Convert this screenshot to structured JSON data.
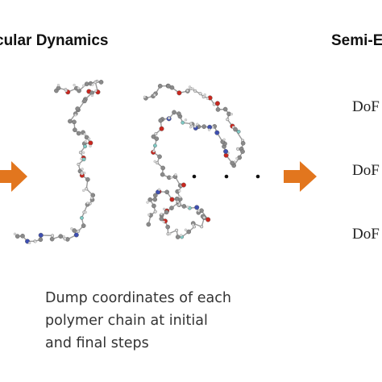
{
  "header": {
    "left_title": "cular Dynamics",
    "right_title": "Semi-E"
  },
  "caption": {
    "lines": [
      "Dump coordinates of each",
      "polymer chain at initial",
      "and final steps"
    ]
  },
  "dof_list": {
    "items": [
      "DoF",
      "DoF",
      "DoF"
    ]
  },
  "icons": {
    "arrow_left": "right-arrow-icon",
    "arrow_right": "right-arrow-icon",
    "ellipsis": "ellipsis-dots-icon"
  },
  "colors": {
    "arrow": "#E2761E",
    "carbon": "#8A8A8A",
    "oxygen": "#C8271F",
    "nitrogen": "#3E4FB0",
    "hydrogen": "#DADADA",
    "fluorine": "#7FC9C4",
    "text": "#333333"
  }
}
